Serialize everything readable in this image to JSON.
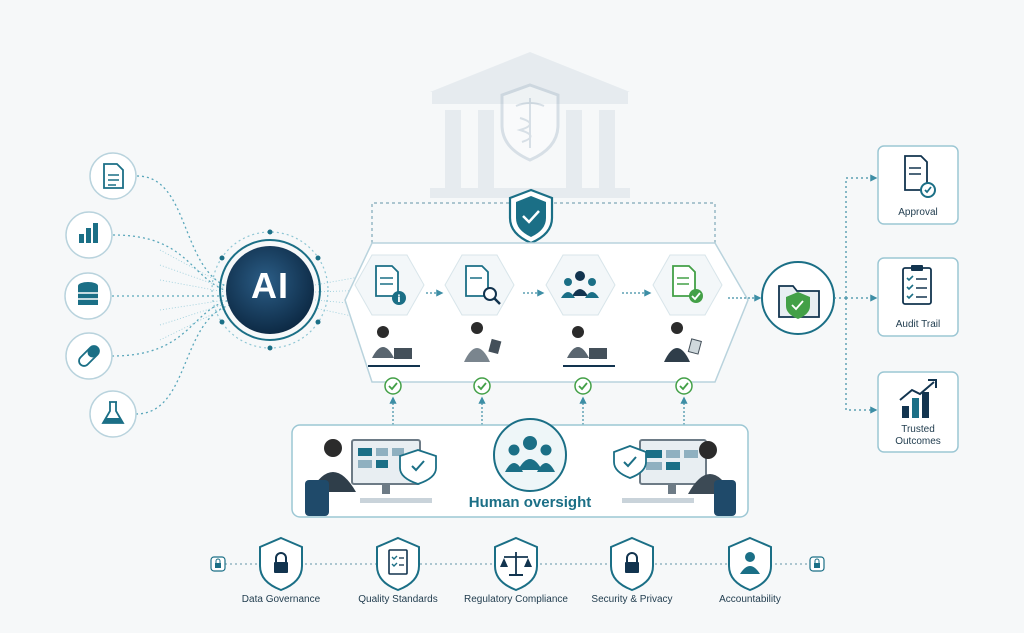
{
  "center": {
    "ai_label": "AI",
    "oversight_label": "Human oversight"
  },
  "outputs": [
    {
      "label": "Approval",
      "icon": "approval-document-icon"
    },
    {
      "label": "Audit Trail",
      "icon": "clipboard-checklist-icon"
    },
    {
      "label": "Trusted Outcomes",
      "icon": "growth-chart-icon"
    }
  ],
  "principles": [
    {
      "label": "Data Governance",
      "icon": "padlock-icon"
    },
    {
      "label": "Quality Standards",
      "icon": "checklist-icon"
    },
    {
      "label": "Regulatory Compliance",
      "icon": "scales-icon"
    },
    {
      "label": "Security & Privacy",
      "icon": "padlock-icon"
    },
    {
      "label": "Accountability",
      "icon": "person-icon"
    }
  ],
  "inputs": [
    "document-icon",
    "bar-chart-icon",
    "database-icon",
    "pill-icon",
    "flask-icon"
  ],
  "colors": {
    "teal": "#1b6f86",
    "navy": "#12344f",
    "green": "#43a047",
    "line": "#5aa7bb"
  }
}
